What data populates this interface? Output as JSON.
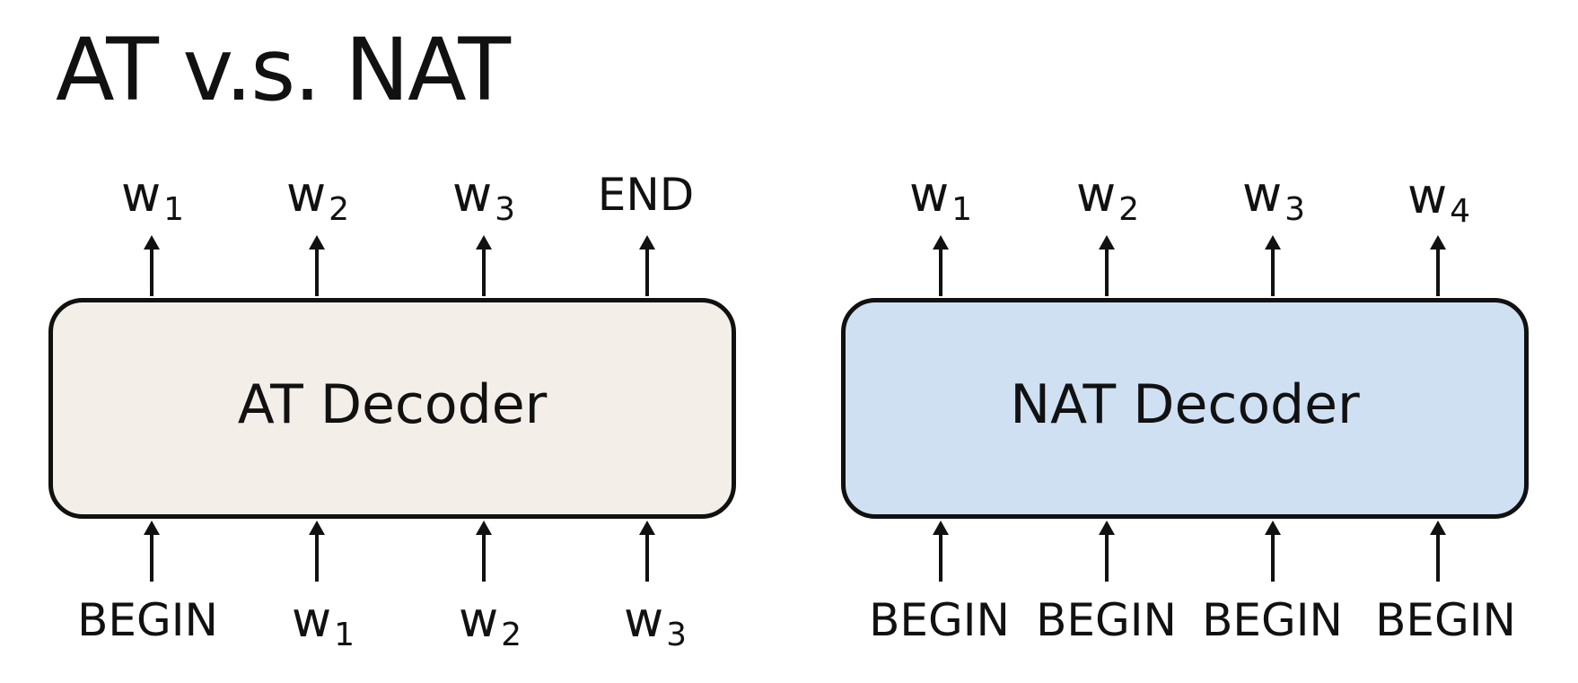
{
  "title": "AT v.s. NAT",
  "at_decoder": {
    "label": "AT Decoder",
    "fill": "#f3efe8",
    "outputs": [
      {
        "base": "w",
        "sub": "1"
      },
      {
        "base": "w",
        "sub": "2"
      },
      {
        "base": "w",
        "sub": "3"
      },
      {
        "base": "END",
        "sub": ""
      }
    ],
    "inputs": [
      {
        "base": "BEGIN",
        "sub": ""
      },
      {
        "base": "w",
        "sub": "1"
      },
      {
        "base": "w",
        "sub": "2"
      },
      {
        "base": "w",
        "sub": "3"
      }
    ]
  },
  "nat_decoder": {
    "label": "NAT Decoder",
    "fill": "#cfe0f3",
    "outputs": [
      {
        "base": "w",
        "sub": "1"
      },
      {
        "base": "w",
        "sub": "2"
      },
      {
        "base": "w",
        "sub": "3"
      },
      {
        "base": "w",
        "sub": "4"
      }
    ],
    "inputs": [
      {
        "base": "BEGIN",
        "sub": ""
      },
      {
        "base": "BEGIN",
        "sub": ""
      },
      {
        "base": "BEGIN",
        "sub": ""
      },
      {
        "base": "BEGIN",
        "sub": ""
      }
    ]
  },
  "colors": {
    "stroke": "#111111",
    "text": "#111111"
  }
}
